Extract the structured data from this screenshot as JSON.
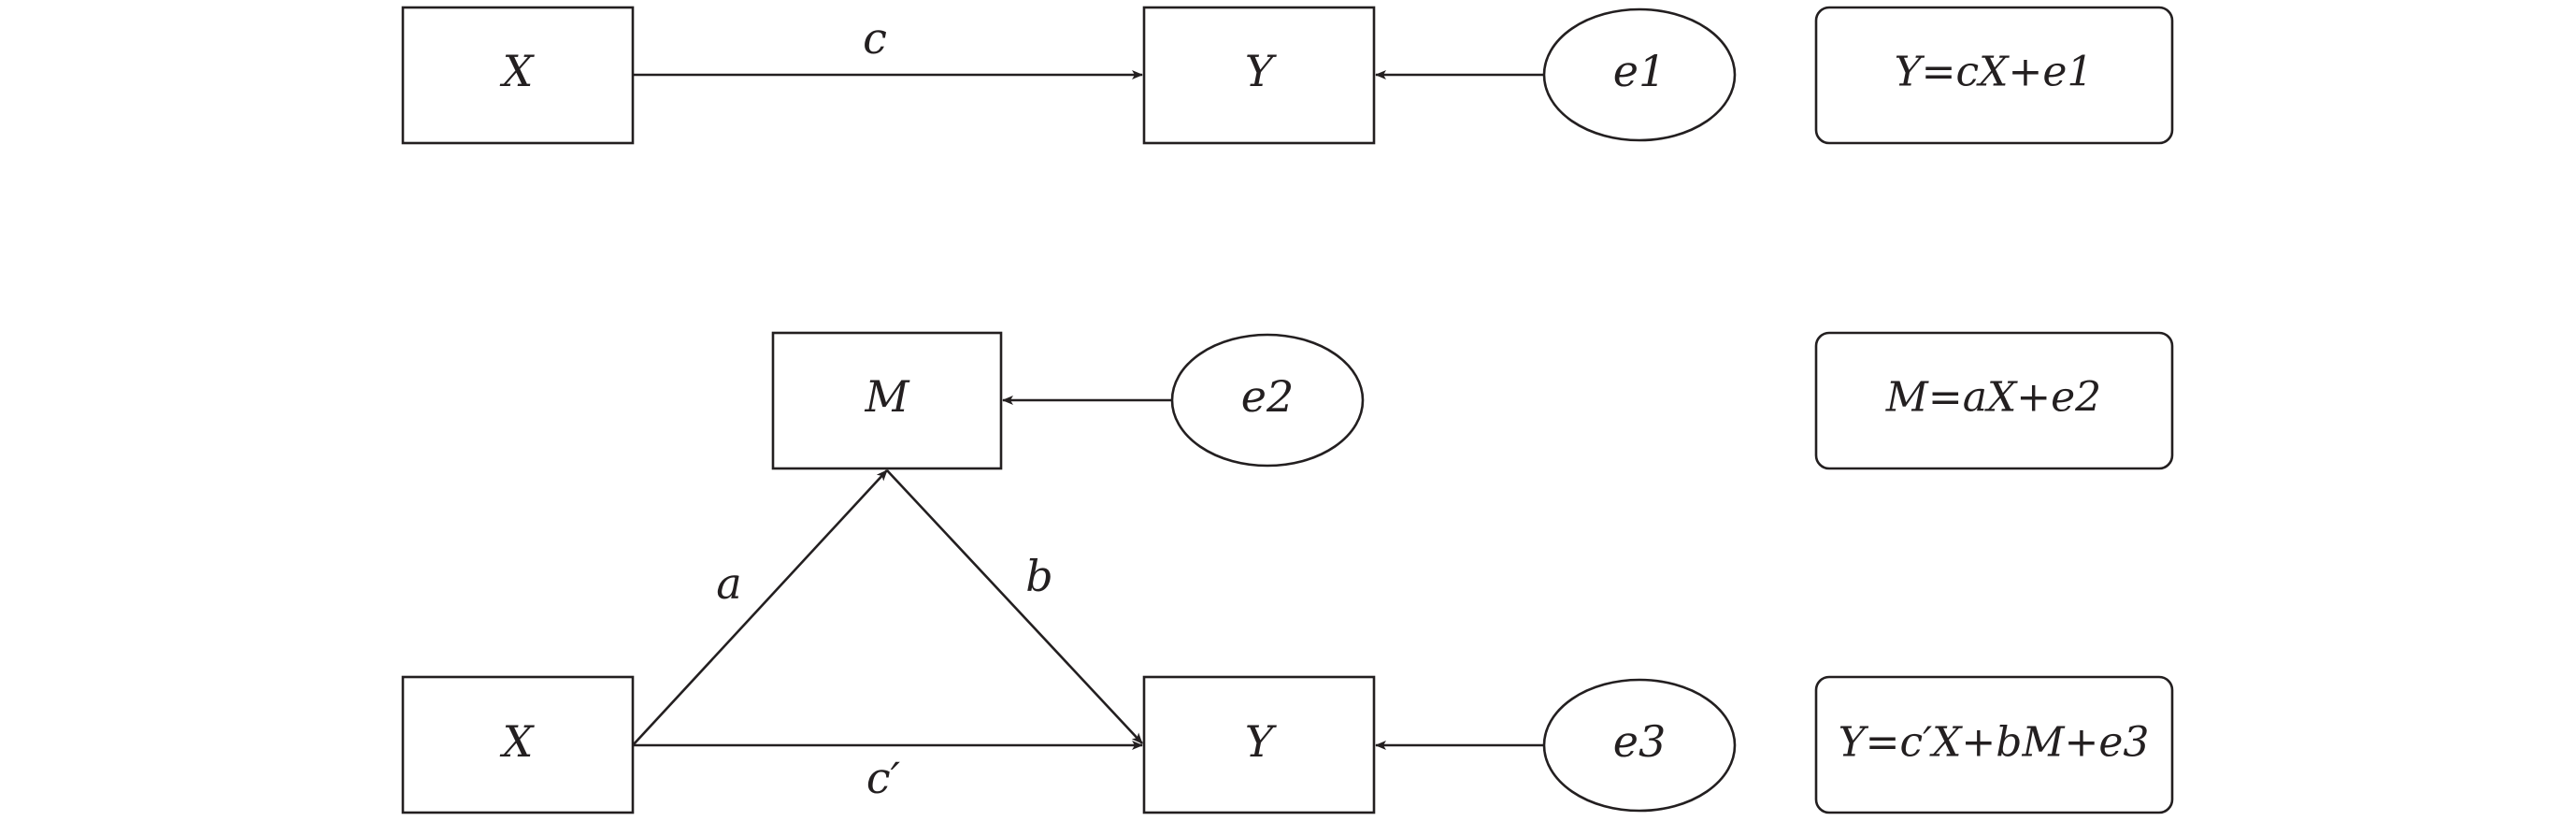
{
  "model1": {
    "x_label": "X",
    "y_label": "Y",
    "error_label": "e1",
    "path_c_label": "c",
    "equation": "Y=cX+e1"
  },
  "model2": {
    "x_label": "X",
    "m_label": "M",
    "y_label": "Y",
    "error_m_label": "e2",
    "error_y_label": "e3",
    "path_a_label": "a",
    "path_b_label": "b",
    "path_c_prime_label": "c′",
    "equation_m": "M=aX+e2",
    "equation_y": "Y=c′X+bM+e3"
  },
  "colors": {
    "stroke": "#231f20",
    "background": "#ffffff"
  }
}
